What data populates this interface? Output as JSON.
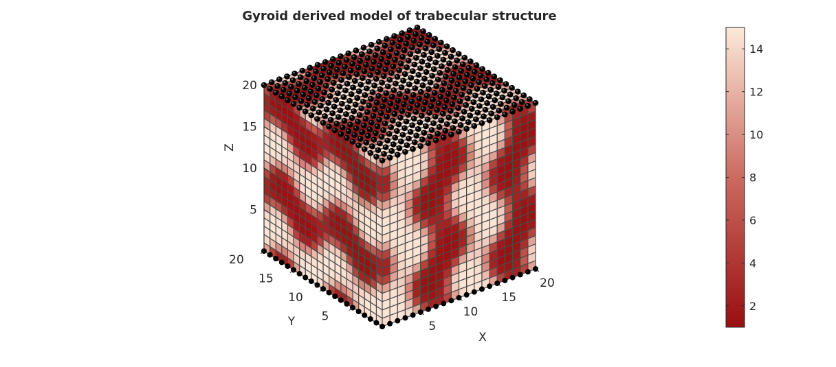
{
  "chart_data": {
    "type": "heatmap",
    "title": "Gyroid derived model of trabecular structure",
    "xlabel": "X",
    "ylabel": "Y",
    "zlabel": "Z",
    "grid_size": [
      20,
      20,
      20
    ],
    "xlim": [
      0,
      20
    ],
    "ylim": [
      0,
      20
    ],
    "zlim": [
      0,
      20
    ],
    "x_ticks": [
      5,
      10,
      15,
      20
    ],
    "y_ticks": [
      5,
      10,
      15,
      20
    ],
    "z_ticks": [
      5,
      10,
      15,
      20
    ],
    "colorbar": {
      "limits": [
        1,
        15
      ],
      "ticks": [
        2,
        4,
        6,
        8,
        10,
        12,
        14
      ],
      "colormap_low": "#990f0f",
      "colormap_mid": "#cc6a60",
      "colormap_high": "#fce9d9"
    },
    "node_marker_color": "#000000",
    "edge_color": "#4a4a4a"
  }
}
